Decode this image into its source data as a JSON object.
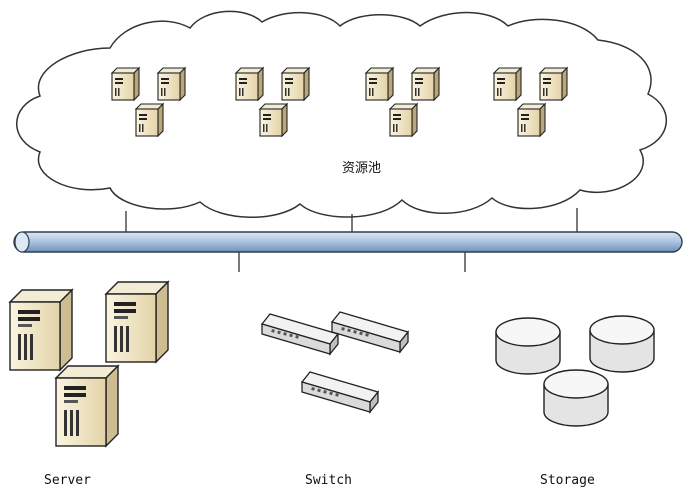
{
  "cloud": {
    "label": "资源池"
  },
  "groups": [
    {
      "id": "server",
      "label": "Server",
      "icon": "server-tower-icon",
      "count": 3
    },
    {
      "id": "switch",
      "label": "Switch",
      "icon": "network-switch-icon",
      "count": 3
    },
    {
      "id": "storage",
      "label": "Storage",
      "icon": "storage-disk-icon",
      "count": 3
    }
  ],
  "pool_clusters": [
    {
      "icon": "mini-server-icon",
      "count": 3
    },
    {
      "icon": "mini-server-icon",
      "count": 3
    },
    {
      "icon": "mini-server-icon",
      "count": 3
    },
    {
      "icon": "mini-server-icon",
      "count": 3
    }
  ],
  "colors": {
    "bus_fill": "#b8cde6",
    "bus_stroke": "#2c3e50",
    "server_fill": "#f0e6c8",
    "server_dark": "#c9b98e",
    "disk_fill": "#e6e6e6",
    "switch_fill": "#eeeeee"
  }
}
